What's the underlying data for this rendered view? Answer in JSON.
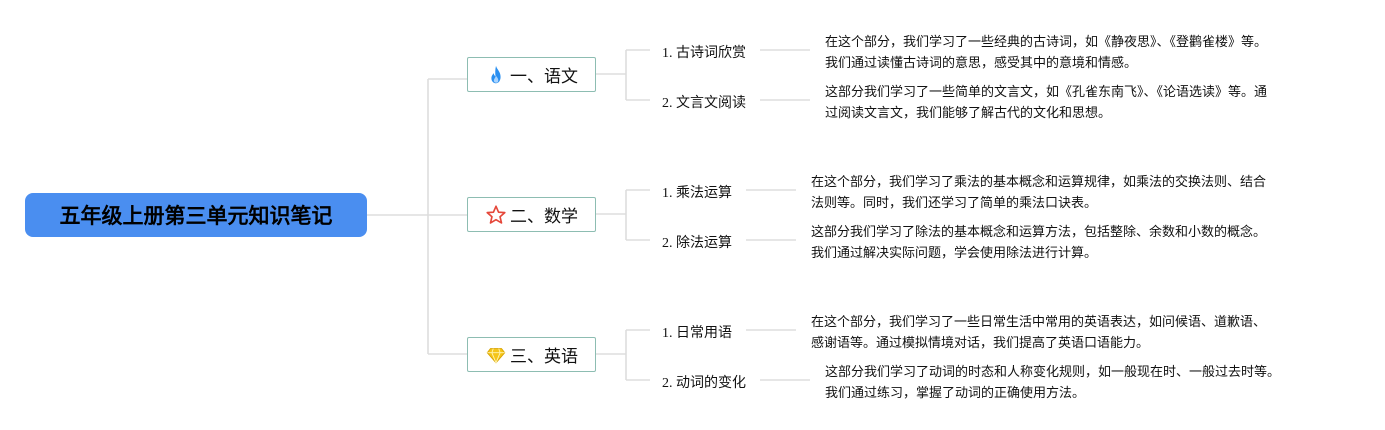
{
  "title": "五年级上册第三单元知识笔记",
  "branches": [
    {
      "label": "一、语文",
      "icon": "fire-icon",
      "children": [
        {
          "label": "1. 古诗词欣赏",
          "note": [
            "在这个部分，我们学习了一些经典的古诗词，如《静夜思》、《登鹳雀楼》等。",
            "我们通过读懂古诗词的意思，感受其中的意境和情感。"
          ]
        },
        {
          "label": "2. 文言文阅读",
          "note": [
            "这部分我们学习了一些简单的文言文，如《孔雀东南飞》、《论语选读》等。通",
            "过阅读文言文，我们能够了解古代的文化和思想。"
          ]
        }
      ]
    },
    {
      "label": "二、数学",
      "icon": "star-icon",
      "children": [
        {
          "label": "1. 乘法运算",
          "note": [
            "在这个部分，我们学习了乘法的基本概念和运算规律，如乘法的交换法则、结合",
            "法则等。同时，我们还学习了简单的乘法口诀表。"
          ]
        },
        {
          "label": "2. 除法运算",
          "note": [
            "这部分我们学习了除法的基本概念和运算方法，包括整除、余数和小数的概念。",
            "我们通过解决实际问题，学会使用除法进行计算。"
          ]
        }
      ]
    },
    {
      "label": "三、英语",
      "icon": "diamond-icon",
      "children": [
        {
          "label": "1. 日常用语",
          "note": [
            "在这个部分，我们学习了一些日常生活中常用的英语表达，如问候语、道歉语、",
            "感谢语等。通过模拟情境对话，我们提高了英语口语能力。"
          ]
        },
        {
          "label": "2. 动词的变化",
          "note": [
            "这部分我们学习了动词的时态和人称变化规则，如一般现在时、一般过去时等。",
            "我们通过练习，掌握了动词的正确使用方法。"
          ]
        }
      ]
    }
  ],
  "colors": {
    "root_fill": "#4a8ef0",
    "branch_border": "#8dbdb2",
    "connector": "#dddddd",
    "fire": "#2a8ff0",
    "star": "#e5473a",
    "diamond": "#f5c518"
  }
}
